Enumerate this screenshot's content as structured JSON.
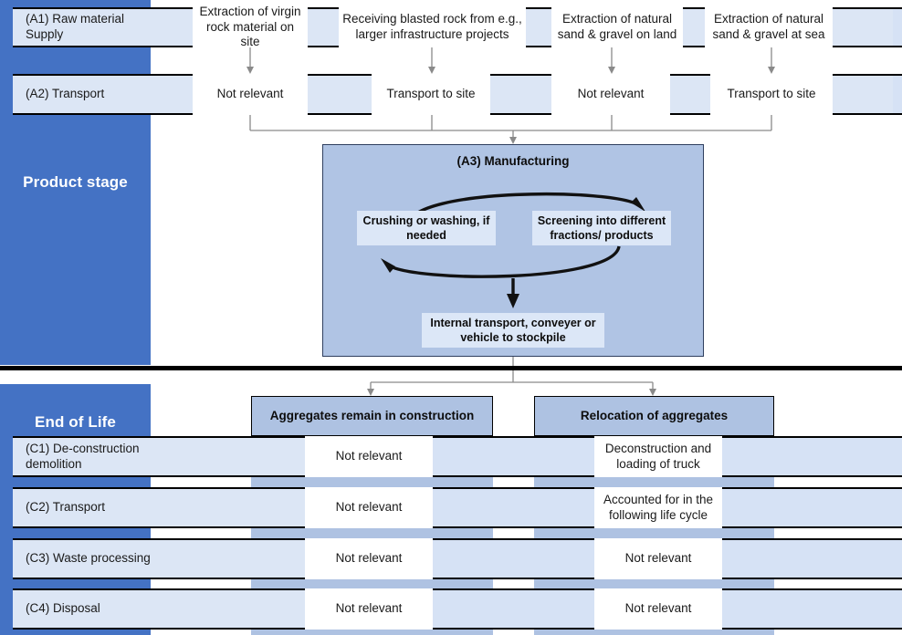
{
  "stages": {
    "product": "Product stage",
    "end_of_life": "End of Life"
  },
  "product_stage": {
    "rows": [
      {
        "label": "(A1) Raw material\nSupply",
        "cells": [
          "Extraction of virgin rock material on site",
          "Receiving blasted rock from e.g., larger infrastructure projects",
          "Extraction of natural sand & gravel on land",
          "Extraction of natural sand & gravel at sea"
        ]
      },
      {
        "label": "(A2) Transport",
        "cells": [
          "Not relevant",
          "Transport to site",
          "Not relevant",
          "Transport to site"
        ]
      }
    ]
  },
  "manufacturing": {
    "title": "(A3) Manufacturing",
    "left_box": "Crushing or washing, if needed",
    "right_box": "Screening into different fractions/ products",
    "bottom_box": "Internal transport, conveyer or vehicle to stockpile"
  },
  "end_of_life": {
    "branches": [
      "Aggregates remain in construction",
      "Relocation of aggregates"
    ],
    "rows": [
      {
        "label": "(C1) De-construction\ndemolition",
        "cells": [
          "Not relevant",
          "Deconstruction and loading of truck"
        ]
      },
      {
        "label": "(C2) Transport",
        "cells": [
          "Not relevant",
          "Accounted for in the following life cycle"
        ]
      },
      {
        "label": "(C3) Waste processing",
        "cells": [
          "Not relevant",
          "Not relevant"
        ]
      },
      {
        "label": "(C4) Disposal",
        "cells": [
          "Not relevant",
          "Not relevant"
        ]
      }
    ]
  },
  "colors": {
    "stage_blue": "#4472c4",
    "row_light": "#d6e2f5",
    "chip_light": "#dce6f5",
    "column_medium": "#aec2e2",
    "mfg_fill": "#b0c4e4",
    "connector": "#8a8a8a"
  }
}
